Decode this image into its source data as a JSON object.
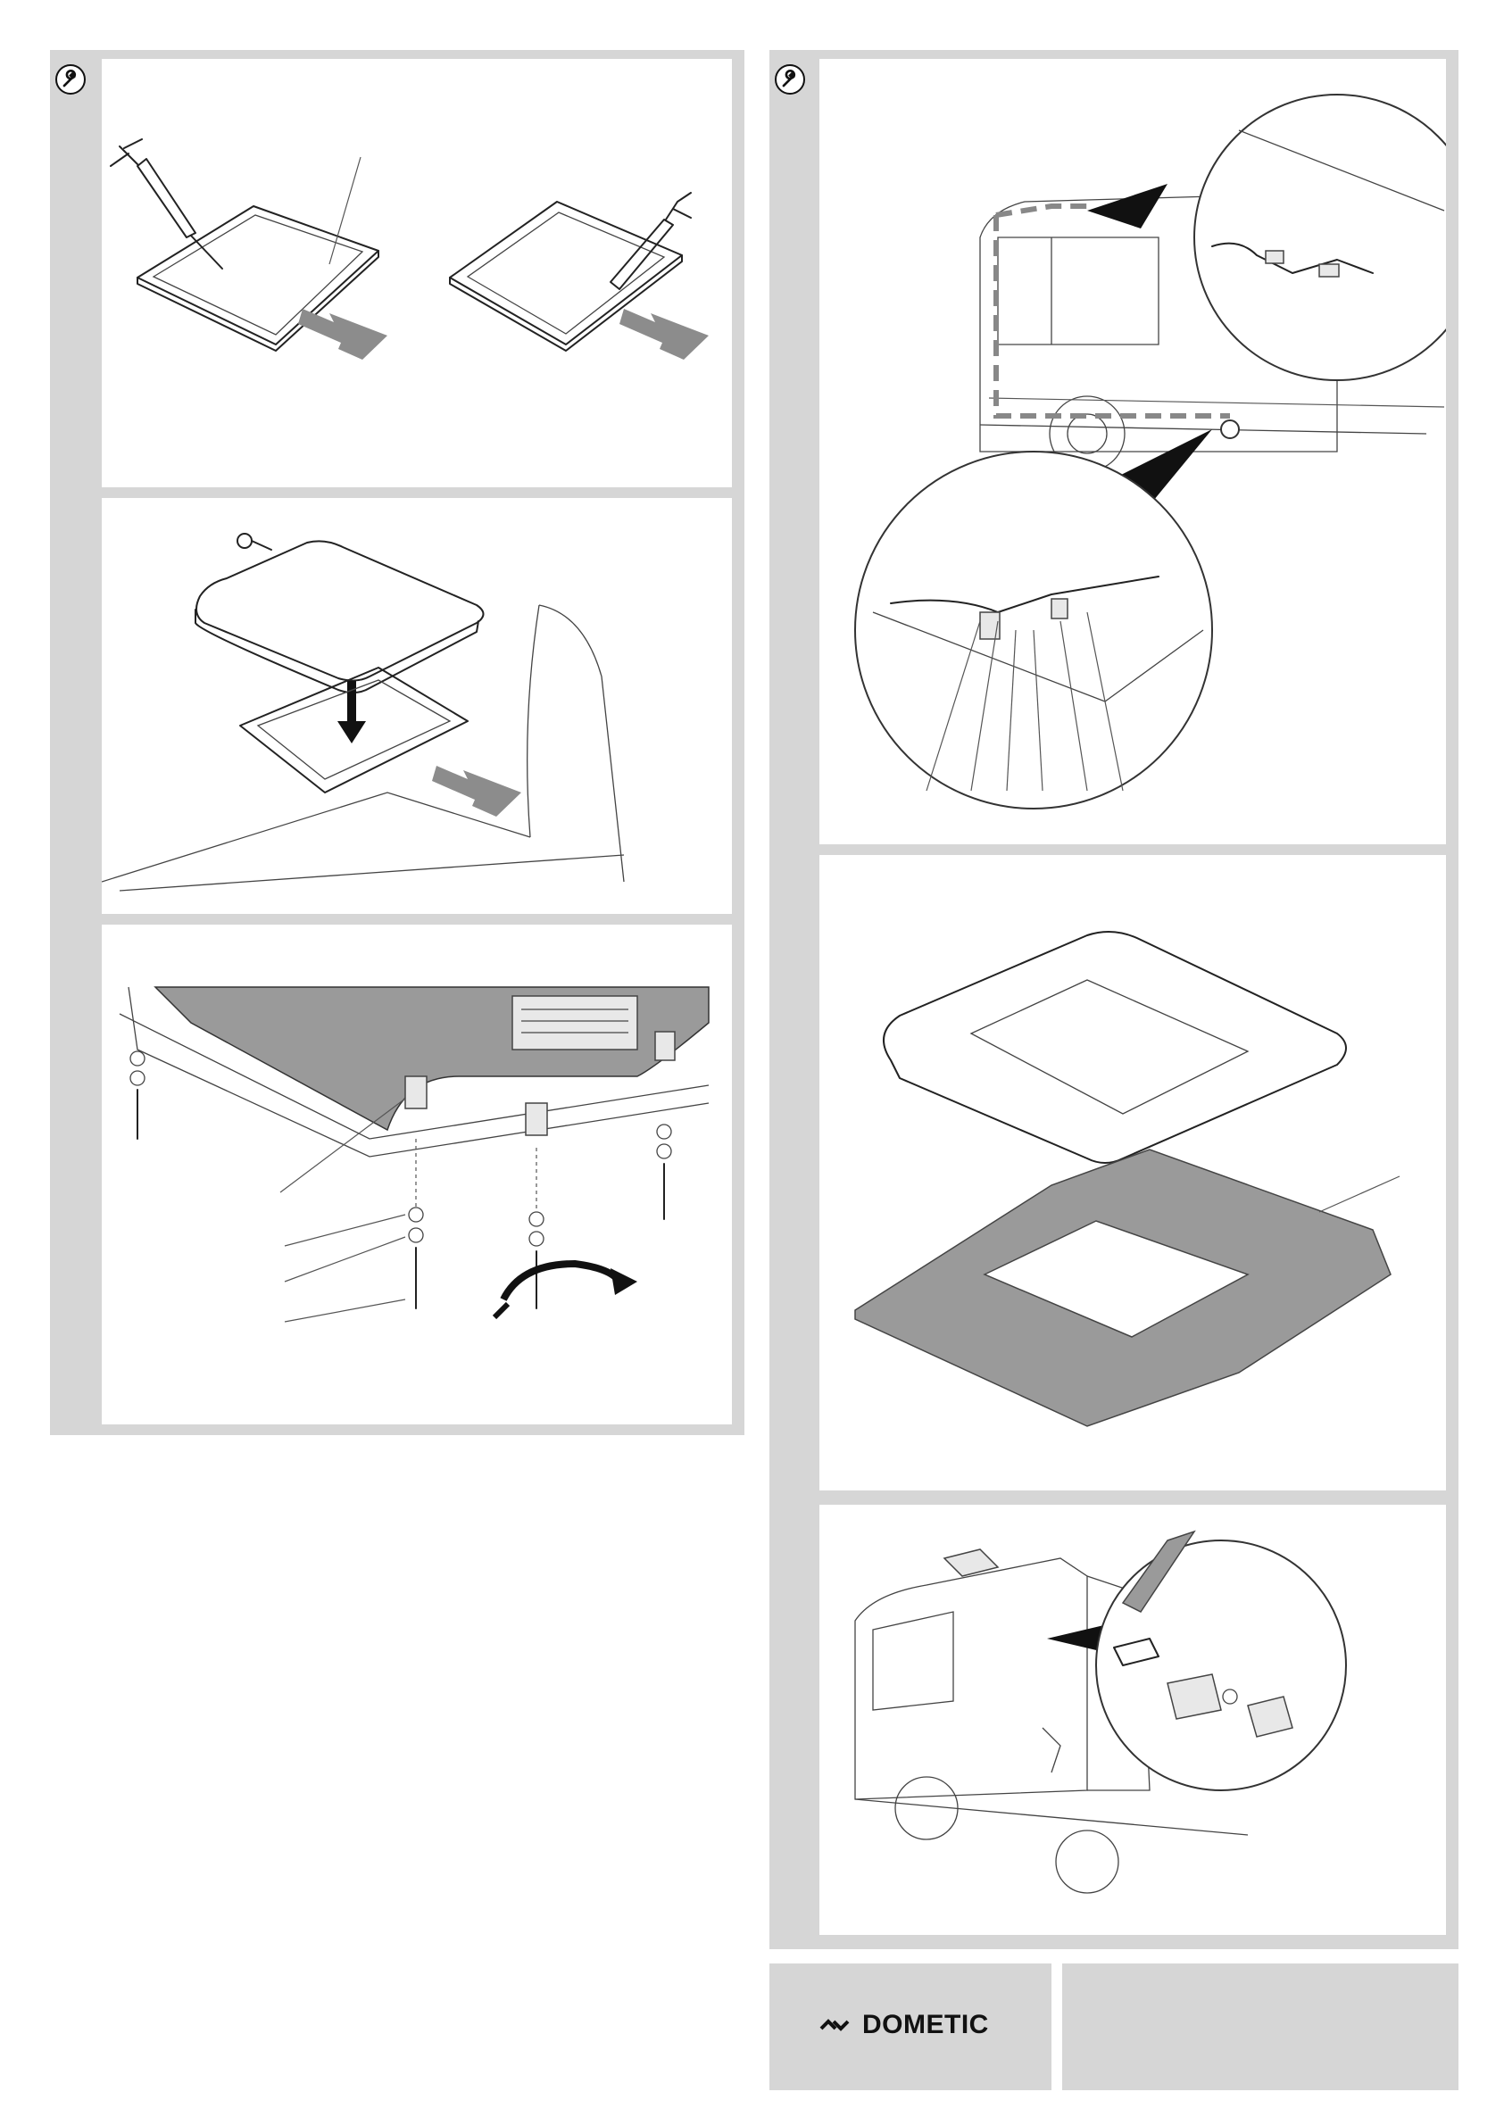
{
  "brand": {
    "name": "DOMETIC",
    "logo_icon": "dometic-chevron-logo"
  },
  "sections": [
    {
      "id": "left-sequence",
      "icon": "wrench-icon",
      "figures": [
        "sealant-frame",
        "place-unit",
        "bolt-fastening"
      ]
    },
    {
      "id": "right-sequence",
      "icon": "wrench-icon",
      "figures": [
        "vehicle-wiring",
        "interior-trim",
        "cab-connector"
      ]
    }
  ],
  "colors": {
    "strip": "#d6d6d6",
    "panel": "#ffffff",
    "ink": "#222222",
    "shade": "#9a9a9a"
  }
}
